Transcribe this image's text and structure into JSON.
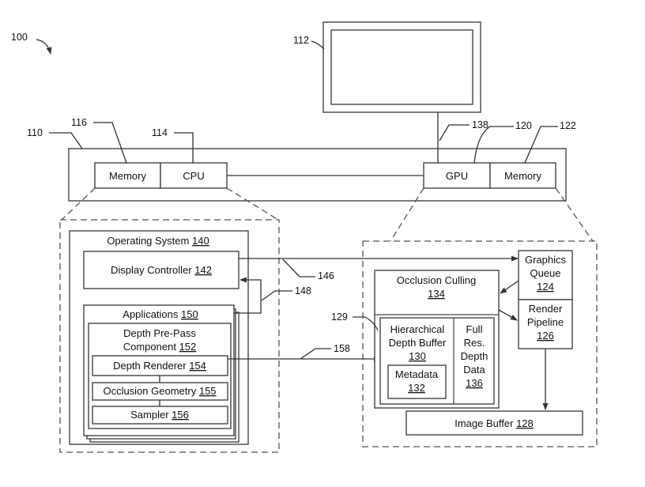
{
  "refs": {
    "r100": "100",
    "r112": "112",
    "r110": "110",
    "r116": "116",
    "r114": "114",
    "r138": "138",
    "r120": "120",
    "r122": "122",
    "r146": "146",
    "r148": "148",
    "r129": "129",
    "r158": "158"
  },
  "host": {
    "memory": "Memory",
    "cpu": "CPU",
    "gpu": "GPU",
    "gpu_memory": "Memory"
  },
  "left": {
    "os_label": "Operating System",
    "os_num": "140",
    "display_controller": "Display Controller",
    "display_controller_num": "142",
    "applications": "Applications",
    "applications_num": "150",
    "depth_prepass_l1": "Depth Pre-Pass",
    "depth_prepass_l2": "Component",
    "depth_prepass_num": "152",
    "depth_renderer": "Depth Renderer",
    "depth_renderer_num": "154",
    "occlusion_geometry": "Occlusion Geometry",
    "occlusion_geometry_num": "155",
    "sampler": "Sampler",
    "sampler_num": "156"
  },
  "right": {
    "graphics_queue_l1": "Graphics",
    "graphics_queue_l2": "Queue",
    "graphics_queue_num": "124",
    "render_pipeline_l1": "Render",
    "render_pipeline_l2": "Pipeline",
    "render_pipeline_num": "126",
    "occlusion_culling": "Occlusion Culling",
    "occlusion_culling_num": "134",
    "hier_l1": "Hierarchical",
    "hier_l2": "Depth Buffer",
    "hier_num": "130",
    "metadata": "Metadata",
    "metadata_num": "132",
    "full_l1": "Full",
    "full_l2": "Res.",
    "full_l3": "Depth",
    "full_l4": "Data",
    "full_num": "136",
    "image_buffer": "Image Buffer",
    "image_buffer_num": "128"
  }
}
